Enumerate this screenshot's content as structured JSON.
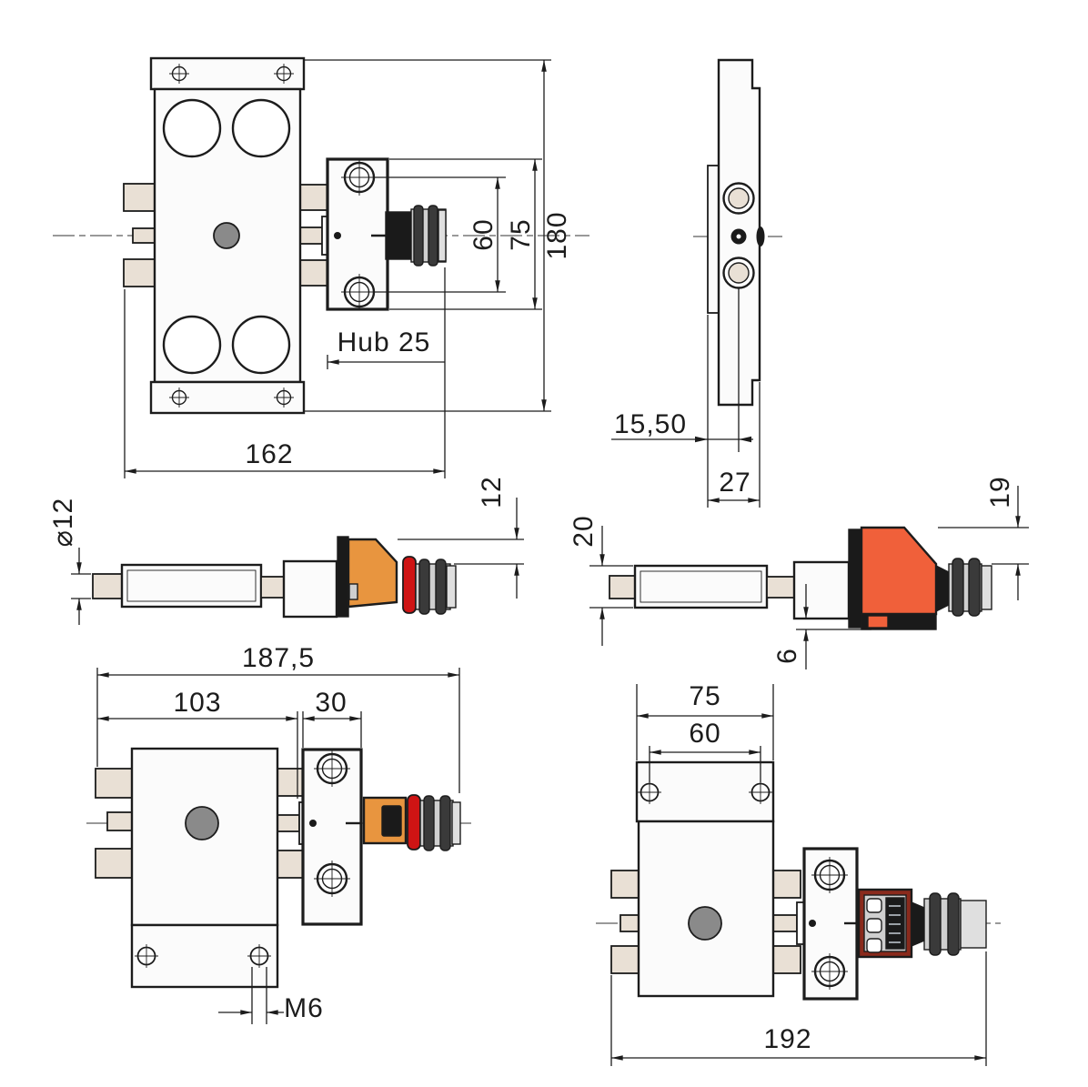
{
  "drawing": {
    "type": "CAD multi-view technical drawing of pneumatic slide unit with sensor and connector plug",
    "views": {
      "front": {
        "dims": {
          "total_width": "162",
          "total_height": "180",
          "bracket_height": "75",
          "screw_spacing": "60",
          "stroke": "Hub 25"
        }
      },
      "side": {
        "dims": {
          "hole_offset": "15,50",
          "depth": "27"
        }
      },
      "profile_a": {
        "dims": {
          "rod_diameter": "⌀12",
          "sensor_step": "12"
        }
      },
      "profile_b": {
        "dims": {
          "body_height": "20",
          "sensor_step": "19",
          "foot_offset": "6"
        }
      },
      "bottom_left": {
        "dims": {
          "total_length": "187,5",
          "body_length": "103",
          "bracket_width": "30",
          "thread": "M6"
        }
      },
      "bottom_right": {
        "dims": {
          "flange_width": "75",
          "hole_spacing": "60",
          "total_length": "192"
        }
      }
    },
    "colors": {
      "canvas_bg": "#ffffff",
      "outline": "#1c1c1c",
      "body_fill": "#fbfbfb",
      "rod_fill": "#e9e0d5",
      "center_grey": "#8a8a8a",
      "sensor_orange": "#e8953f",
      "sensor_red_orange": "#f0603a",
      "ring_red": "#cf1414",
      "plug_grey": "#cfcfcf",
      "ring_dark": "#3a3a3a",
      "display_maroon": "#8a2a1c"
    }
  }
}
